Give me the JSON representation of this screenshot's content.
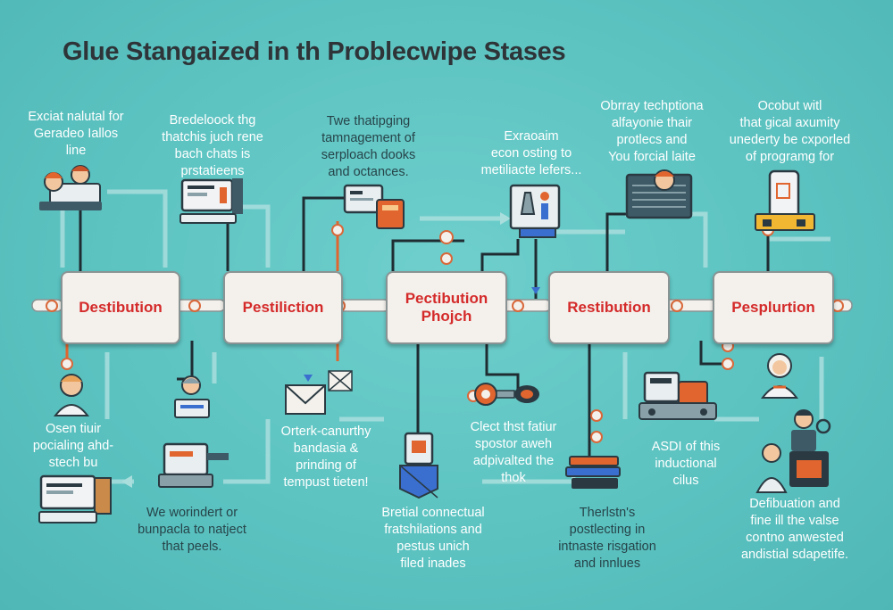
{
  "title": "Glue Stangaized in th Problecwipe Stases",
  "stages": [
    {
      "label": "Destibution"
    },
    {
      "label": "Pestiliction"
    },
    {
      "label": "Pectibution\nPhojch"
    },
    {
      "label": "Restibution"
    },
    {
      "label": "Pesplurtion"
    }
  ],
  "top_captions": [
    "Exciat nalutal for\nGeradeo Iallos\nline",
    "Bredeloock thg\nthatchis juch rene\nbach chats is\nprstatieens",
    "Twe thatipging\ntamnagement of\nserploach dooks\nand octances.",
    "Exraoaim\necon osting to\nmetiliacte lefers...",
    "Obrray techptiona\nalfayonie thair\nprotlecs and\nYou forcial laite",
    "Ocobut witl\nthat gical axumity\nunederty be cxporled\nof programg for"
  ],
  "bottom_captions": [
    "Osen tiuir\npocialing ahd-\nstech bu",
    "We worindert or\nbunpacla to natject\nthat peels.",
    "Orterk-canurthy\nbandasia &\nprinding of\ntempust tieten!",
    "Bretial connectual\nfratshilations and\npestus unich\nfiled inades",
    "Clect thst fatiur\nspostor aweh\nadpivalted the\nthok",
    "Therlstn's\npostlecting in\nintnaste risgation\nand innlues",
    "ASDI of this\ninductional\ncilus",
    "Defibuation and\nfine ill the valse\ncontno anwested\nandistial sdapetife."
  ],
  "colors": {
    "background": "#5cc3c1",
    "stage_text": "#d42a2a",
    "connector": "#1f2d33",
    "accent_orange": "#e0652e",
    "pale_link": "#a9dedd"
  },
  "icons": [
    "people-at-laptop-icon",
    "computer-monitor-icon",
    "control-panel-icon",
    "lab-equipment-icon",
    "monitor-person-icon",
    "smartphone-on-stand-icon",
    "person-avatar-icon",
    "worker-at-desk-icon",
    "printer-machine-icon",
    "desktop-computer-icon",
    "envelope-icon",
    "shield-document-icon",
    "gear-valve-icon",
    "book-stack-icon",
    "industrial-machine-icon",
    "nurse-avatar-icon",
    "analyst-icon",
    "presenter-icon"
  ]
}
